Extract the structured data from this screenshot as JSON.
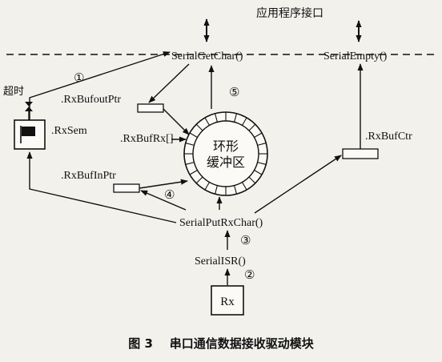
{
  "api_layer_label": "应用程序接口",
  "functions": {
    "serial_get_char": "SerialGetChar()",
    "serial_empty": "SerialEmpty()",
    "serial_put_rx_char": "SerialPutRxChar()",
    "serial_isr": "SerialISR()"
  },
  "variables": {
    "rx_buf_out_ptr": ".RxBufoutPtr",
    "rx_buf_rx": ".RxBufRx[]",
    "rx_buf_in_ptr": ".RxBufInPtr",
    "rx_buf_ctr": ".RxBufCtr",
    "rx_sem": ".RxSem"
  },
  "ring_buffer": {
    "line1": "环形",
    "line2": "缓冲区"
  },
  "timeout_label": "超时",
  "hardware_label": "Rx",
  "step_markers": [
    "①",
    "②",
    "③",
    "④",
    "⑤"
  ],
  "caption": "图 3    串口通信数据接收驱动模块"
}
